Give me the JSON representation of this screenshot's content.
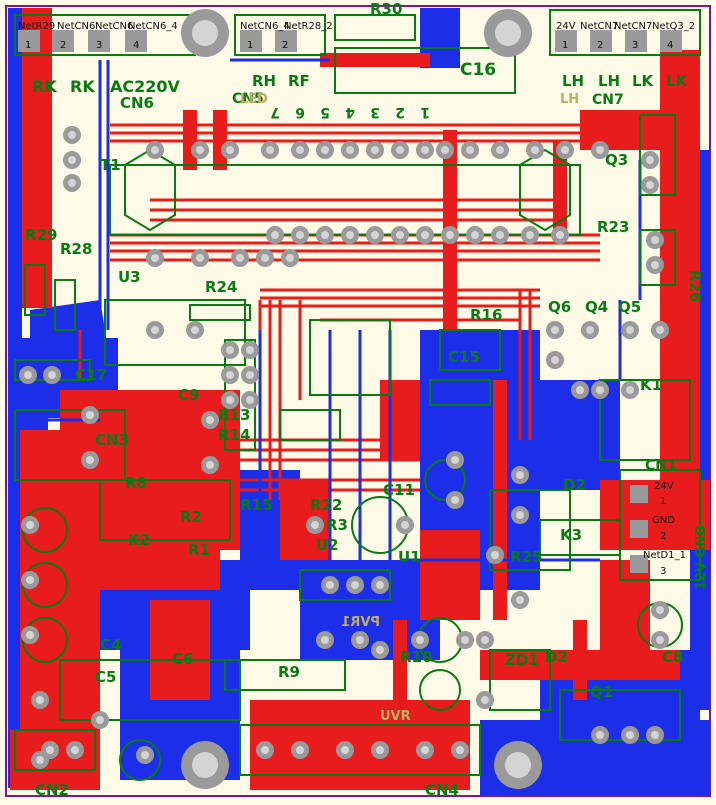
{
  "colors": {
    "background": "#fdfbe8",
    "copper_top": "#e81c1c",
    "copper_bottom": "#1c2ee8",
    "silkscreen": "#0a7a14",
    "pad": "#9a9a9a",
    "pad_hole": "#d4d4d4",
    "board_outline": "#7a1a8a",
    "mirror_text": "#bfae6a"
  },
  "connectors": {
    "top_left": {
      "nets": [
        "NetR29",
        "NetCN6",
        "NetCN6",
        "NetCN6_4"
      ],
      "pins": [
        "1",
        "2",
        "3",
        "4"
      ],
      "labels": [
        "RK",
        "RK",
        "AC220V"
      ],
      "name": "CN6"
    },
    "top_mid": {
      "nets": [
        "NetCN6_4",
        "NetR28_2"
      ],
      "pins": [
        "1",
        "2"
      ],
      "labels": [
        "RH",
        "RF"
      ],
      "name": "CN5"
    },
    "top_right": {
      "nets": [
        "24V",
        "NetCN7",
        "NetCN7",
        "NetQ3_2"
      ],
      "pins": [
        "1",
        "2",
        "3",
        "4"
      ],
      "labels": [
        "LH",
        "LH",
        "LK",
        "LK"
      ],
      "name": "CN7"
    },
    "cn1": {
      "name": "CN1",
      "nets": [
        "24V",
        "GND",
        "NetD1_1"
      ],
      "pins": [
        "1",
        "2",
        "3"
      ],
      "side_label": "12V GND"
    }
  },
  "designators": {
    "r30": "R30",
    "c16": "C16",
    "t1": "T1",
    "q3": "Q3",
    "r23": "R23",
    "r29": "R29",
    "r28": "R28",
    "u3": "U3",
    "r24": "R24",
    "r26": "R26",
    "r16": "R16",
    "q6": "Q6",
    "q4": "Q4",
    "q5": "Q5",
    "c17": "C17",
    "c15": "C15",
    "k1": "K1",
    "cn3": "CN3",
    "r15": "R15",
    "c9": "C9",
    "r22": "R22",
    "r3": "R3",
    "u2": "U2",
    "u1": "U1",
    "c11": "C11",
    "d2": "D2",
    "k2": "K2",
    "r25": "R25",
    "c4": "C4",
    "c6": "C6",
    "c5": "C5",
    "r9": "R9",
    "r10": "R10",
    "zd1": "ZD1",
    "d2b": "D2",
    "c8": "C8",
    "q1": "Q1",
    "cn2": "CN2",
    "cn4": "CN4",
    "r8": "R8",
    "r2": "R2",
    "r1": "R1",
    "k3": "K3",
    "r13": "R13",
    "r14": "R14"
  },
  "mirrored": {
    "pvr1": "PVR1",
    "uvr": "UVR",
    "lh": "LH",
    "led": "LED",
    "col_labels": [
      "7",
      "6",
      "5",
      "4",
      "3",
      "2",
      "1"
    ]
  }
}
